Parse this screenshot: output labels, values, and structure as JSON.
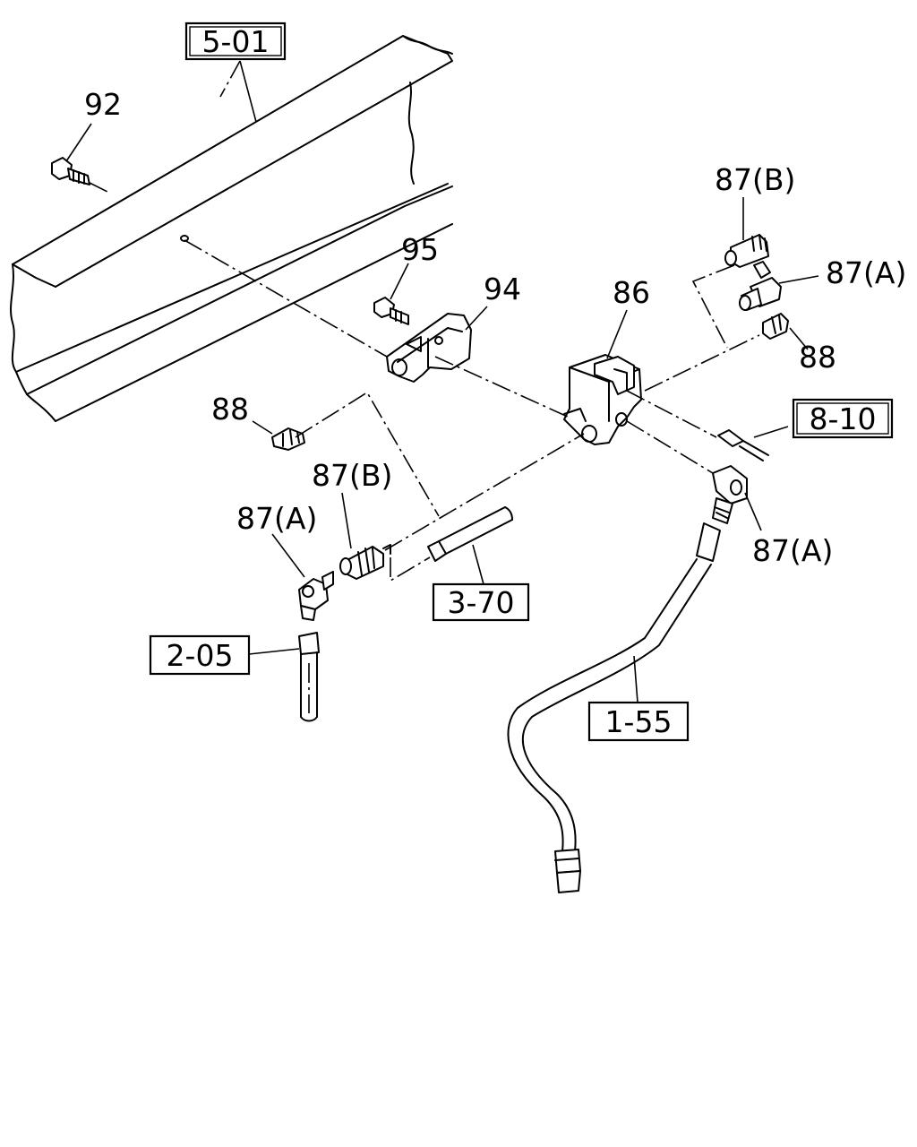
{
  "diagram": {
    "references": {
      "frame": "5-01",
      "harness": "8-10",
      "pipe_3_70": "3-70",
      "pipe_2_05": "2-05",
      "hose_1_55": "1-55"
    },
    "callouts": {
      "bolt_92": "92",
      "bolt_95": "95",
      "bracket_94": "94",
      "valve_86": "86",
      "fitting_87b_top": "87(B)",
      "fitting_87a_top": "87(A)",
      "plug_88_right": "88",
      "plug_88_left": "88",
      "fitting_87b_left": "87(B)",
      "fitting_87a_left": "87(A)",
      "fitting_87a_right": "87(A)"
    }
  }
}
